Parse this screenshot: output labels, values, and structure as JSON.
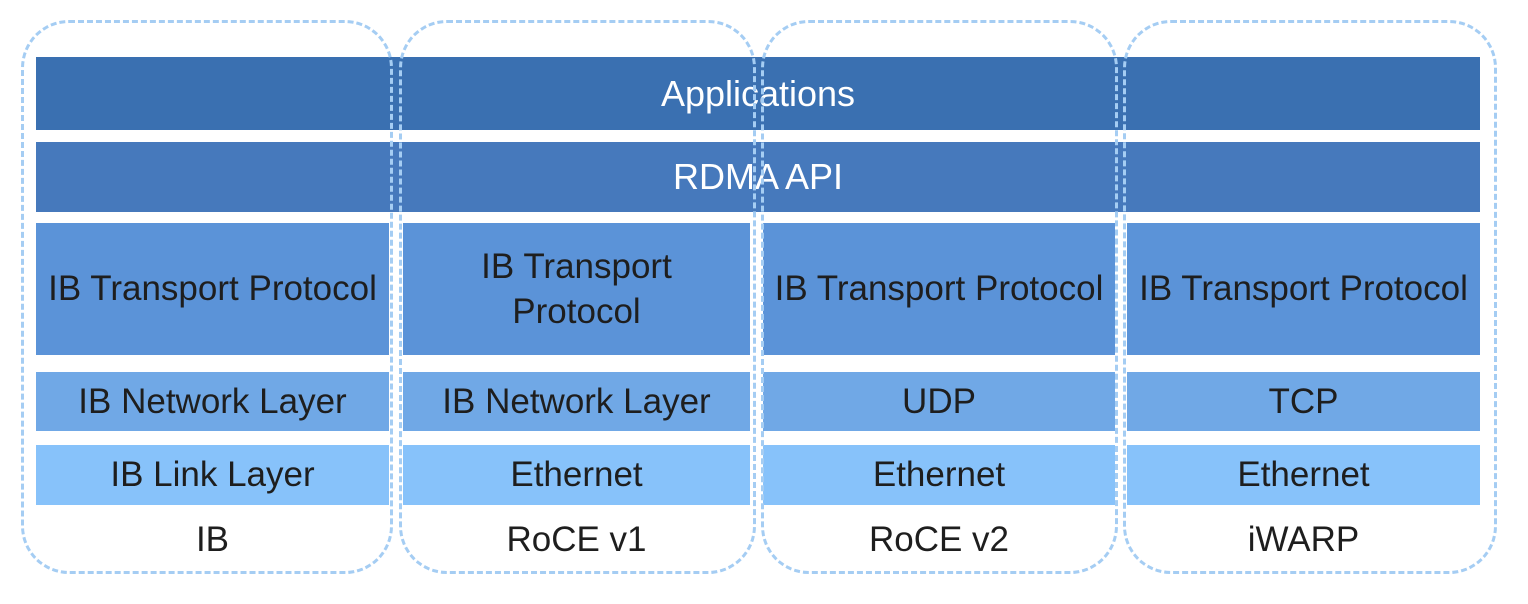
{
  "colors": {
    "applications_bar": "#3A70B1",
    "rdma_api_bar": "#4679BC",
    "transport_box": "#5B93D8",
    "network_box": "#70A8E6",
    "link_box": "#87C2FA",
    "outline_dash": "#A5CDF3",
    "dark_text": "#1E1E1E",
    "light_text": "#FFFFFF"
  },
  "diagram": {
    "shared_layers": [
      {
        "label": "Applications"
      },
      {
        "label": "RDMA API"
      }
    ],
    "stacks": [
      {
        "name": "IB",
        "layers": [
          "IB Transport Protocol",
          "IB Network Layer",
          "IB Link Layer"
        ]
      },
      {
        "name": "RoCE v1",
        "layers": [
          "IB Transport Protocol",
          "IB Network Layer",
          "Ethernet"
        ]
      },
      {
        "name": "RoCE v2",
        "layers": [
          "IB Transport Protocol",
          "UDP",
          "Ethernet"
        ]
      },
      {
        "name": "iWARP",
        "layers": [
          "IB Transport Protocol",
          "TCP",
          "Ethernet"
        ]
      }
    ]
  }
}
